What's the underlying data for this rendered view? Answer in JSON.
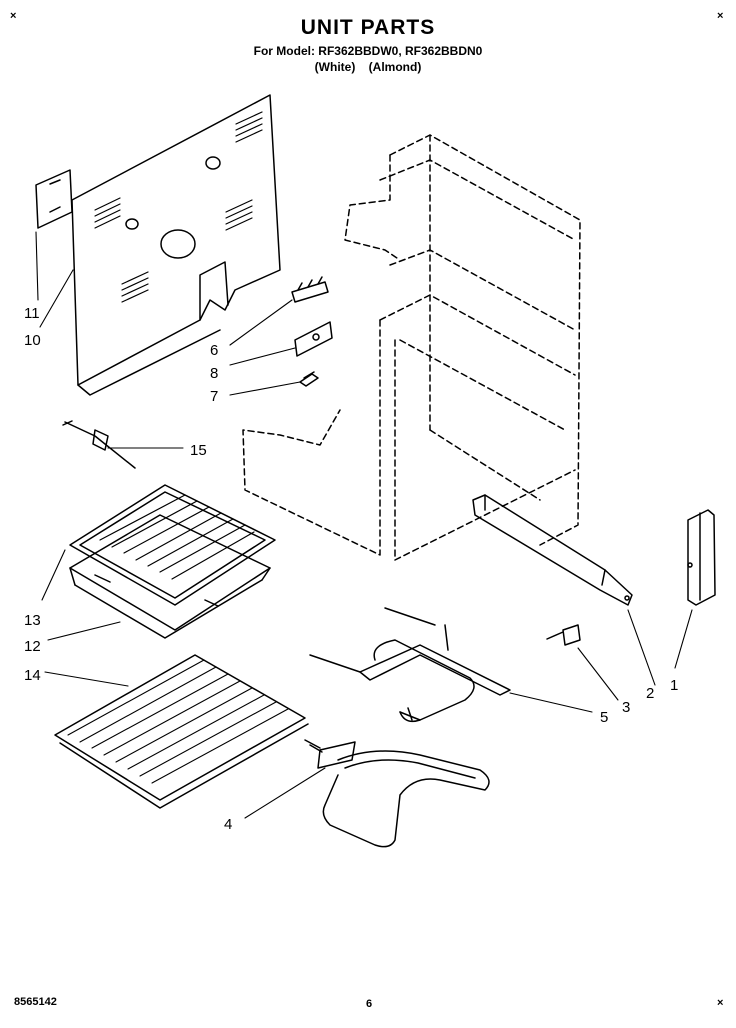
{
  "header": {
    "title": "UNIT PARTS",
    "model_line": "For Model: RF362BBDW0, RF362BBDN0",
    "variant_line": "(White)    (Almond)"
  },
  "corner_marks": [
    "×",
    "×",
    "×"
  ],
  "footer": {
    "doc_number": "8565142",
    "page_number": "6"
  },
  "callouts": [
    "1",
    "2",
    "3",
    "4",
    "5",
    "6",
    "7",
    "8",
    "10",
    "11",
    "12",
    "13",
    "14",
    "15"
  ],
  "parts_depicted": [
    {
      "callout": "1",
      "icon": "side-bracket"
    },
    {
      "callout": "2",
      "icon": "rail-bracket"
    },
    {
      "callout": "3",
      "icon": "small-clip"
    },
    {
      "callout": "4",
      "icon": "bake-element"
    },
    {
      "callout": "5",
      "icon": "broil-element"
    },
    {
      "callout": "6",
      "icon": "terminal-block"
    },
    {
      "callout": "7",
      "icon": "clip"
    },
    {
      "callout": "8",
      "icon": "bracket"
    },
    {
      "callout": "10",
      "icon": "rear-panel"
    },
    {
      "callout": "11",
      "icon": "small-plate"
    },
    {
      "callout": "12",
      "icon": "broiler-pan"
    },
    {
      "callout": "13",
      "icon": "broiler-grid"
    },
    {
      "callout": "14",
      "icon": "oven-rack"
    },
    {
      "callout": "15",
      "icon": "temperature-sensor"
    }
  ]
}
